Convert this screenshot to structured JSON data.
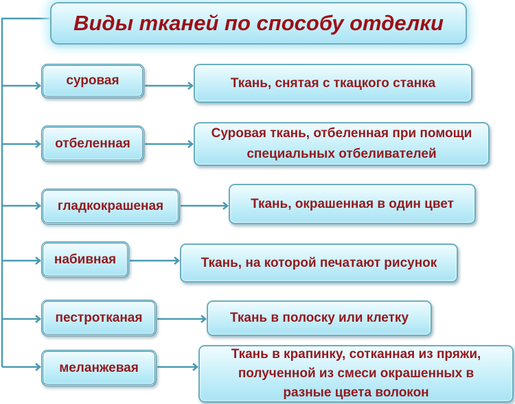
{
  "title": "Виды тканей по способу отделки",
  "rows": [
    {
      "type": "суровая",
      "description": "Ткань, снятая с ткацкого станка"
    },
    {
      "type": "отбеленная",
      "description": "Суровая ткань, отбеленная при помощи специальных отбеливателей"
    },
    {
      "type": "гладкокрашеная",
      "description": "Ткань, окрашенная в один цвет"
    },
    {
      "type": "набивная",
      "description": "Ткань, на которой печатают рисунок"
    },
    {
      "type": "пестротканая",
      "description": "Ткань в полоску или клетку"
    },
    {
      "type": "меланжевая",
      "description": "Ткань в крапинку, сотканная из пряжи, полученной из смеси  окрашенных в разные цвета волокон"
    }
  ],
  "colors": {
    "text": "#931a1f",
    "border": "#6aaec2",
    "line": "#4a9bb1"
  }
}
